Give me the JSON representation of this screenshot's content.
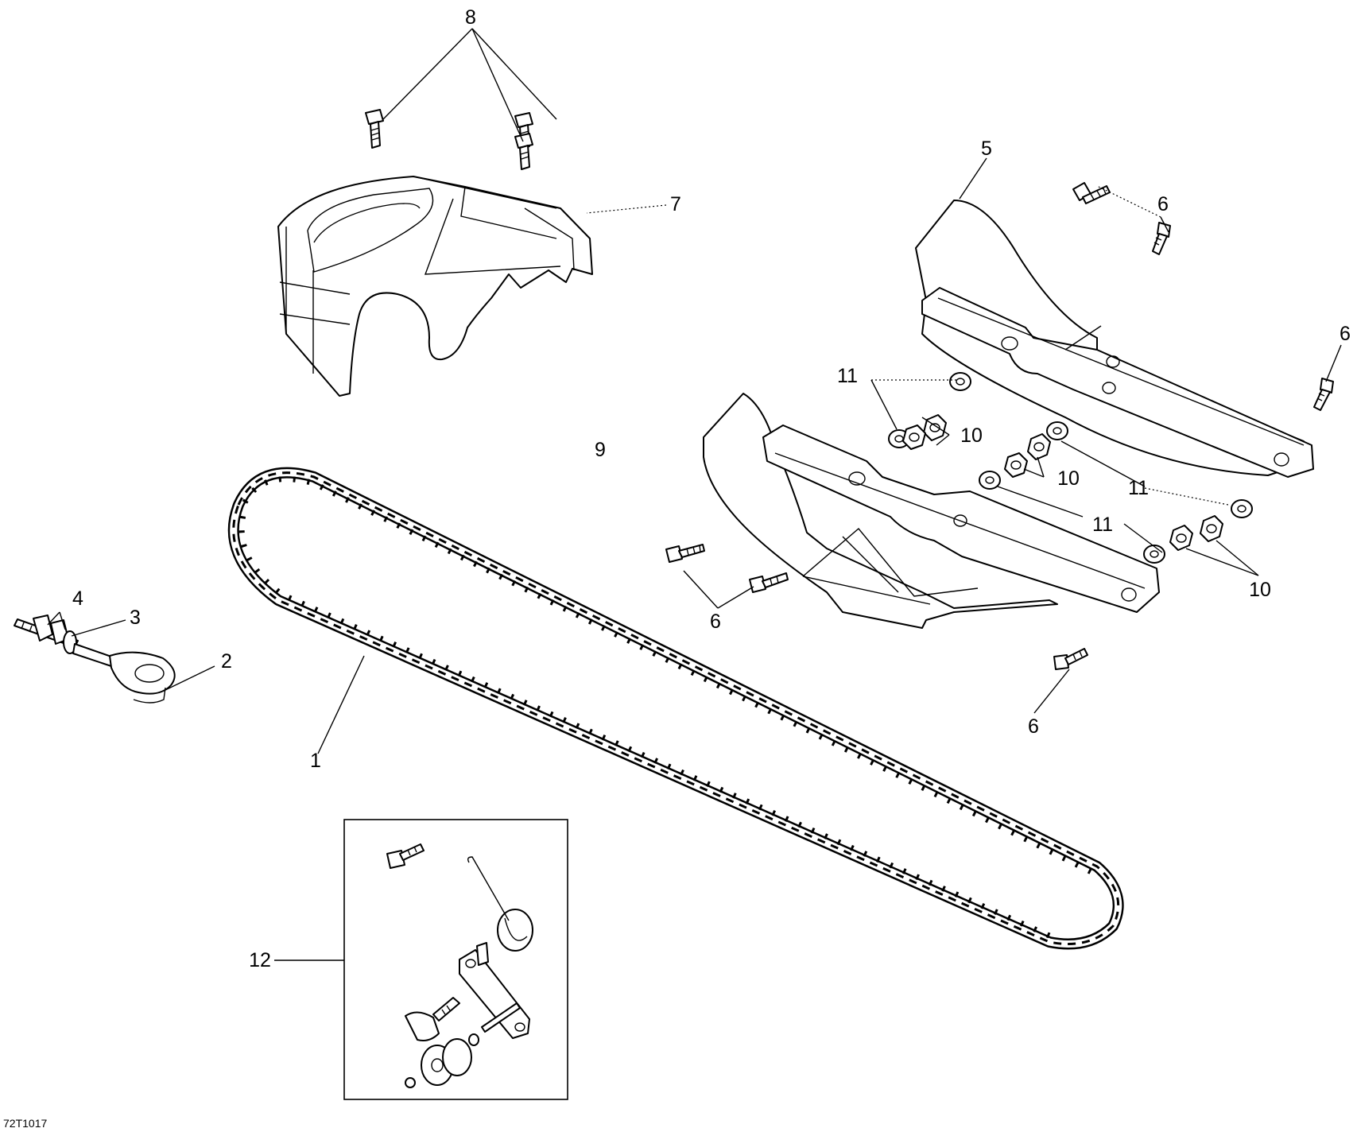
{
  "callouts": {
    "c1": "1",
    "c2": "2",
    "c3": "3",
    "c4": "4",
    "c5": "5",
    "c6a": "6",
    "c6b": "6",
    "c6c": "6",
    "c6d": "6",
    "c7": "7",
    "c8": "8",
    "c9": "9",
    "c10a": "10",
    "c10b": "10",
    "c10c": "10",
    "c11a": "11",
    "c11b": "11",
    "c11c": "11",
    "c12": "12"
  },
  "figure_ref": "72T1017",
  "parts": [
    {
      "callout": "1",
      "shape": "roller chain"
    },
    {
      "callout": "2",
      "shape": "chain adjuster eye bolt"
    },
    {
      "callout": "3",
      "shape": "washer"
    },
    {
      "callout": "4",
      "shape": "nuts"
    },
    {
      "callout": "5",
      "shape": "rear chain guide"
    },
    {
      "callout": "6",
      "shape": "flanged bolts"
    },
    {
      "callout": "7",
      "shape": "sprocket guard"
    },
    {
      "callout": "8",
      "shape": "flanged bolts"
    },
    {
      "callout": "10",
      "shape": "lock nuts"
    },
    {
      "callout": "11",
      "shape": "flat washers"
    },
    {
      "callout": "12",
      "shape": "master link kit"
    }
  ],
  "colors": {
    "line": "#000000",
    "background": "#ffffff"
  }
}
